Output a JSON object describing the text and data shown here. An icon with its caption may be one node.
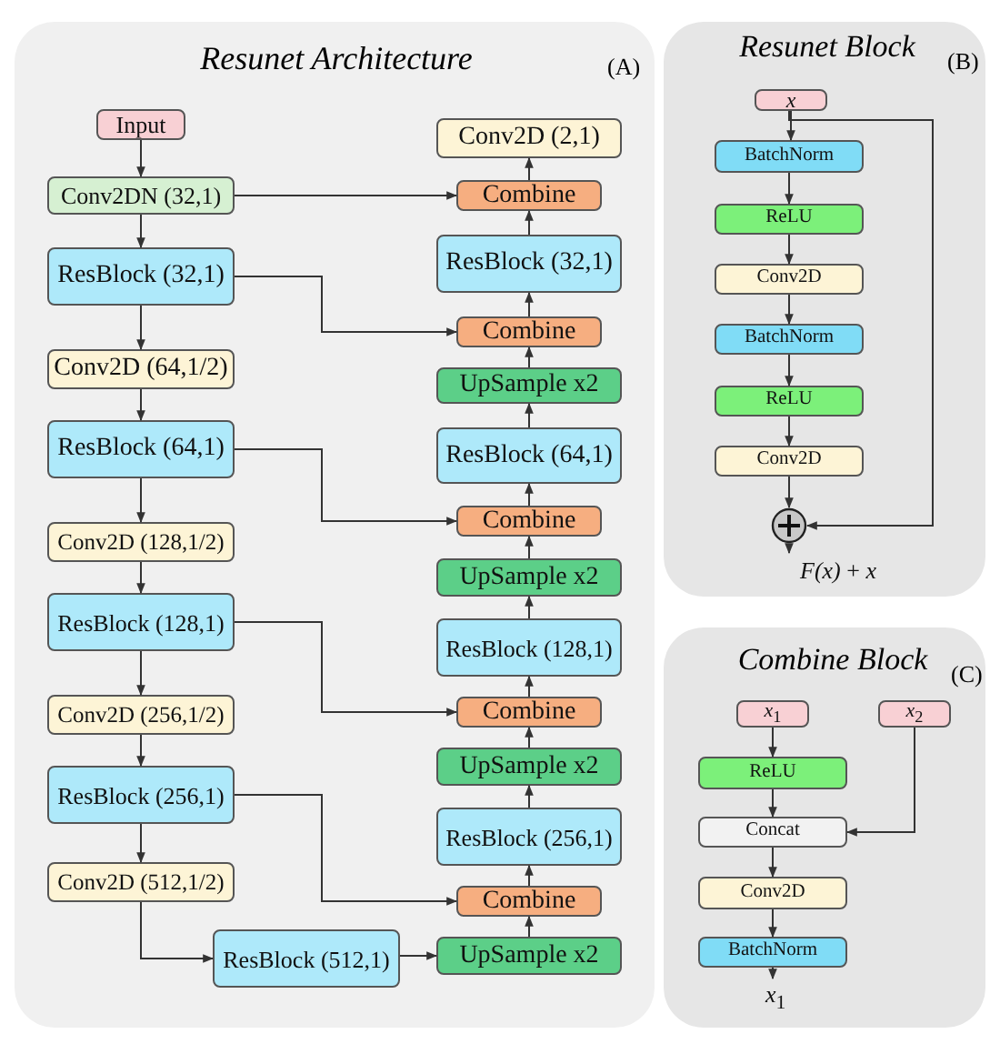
{
  "diagram": {
    "nodes": [
      {
        "text": [
          "Resunet Architecture",
          "(A)"
        ]
      },
      {
        "text": [
          "Input"
        ],
        "in": 0
      },
      {
        "text": [
          "Conv2DN (32,1)"
        ],
        "in": 0
      },
      {
        "text": [
          "ResBlock (32,1)"
        ],
        "in": 0
      },
      {
        "text": [
          "Conv2D (64,1/2)"
        ],
        "in": 0
      },
      {
        "text": [
          "ResBlock (64,1)"
        ],
        "in": 0
      },
      {
        "text": [
          "Conv2D (128,1/2)"
        ],
        "in": 0
      },
      {
        "text": [
          "ResBlock (128,1)"
        ],
        "in": 0
      },
      {
        "text": [
          "Conv2D (256,1/2)"
        ],
        "in": 0
      },
      {
        "text": [
          "ResBlock (256,1)"
        ],
        "in": 0
      },
      {
        "text": [
          "Conv2D (512,1/2)"
        ],
        "in": 0
      },
      {
        "text": [
          "ResBlock (512,1)"
        ],
        "in": 0
      },
      {
        "text": [
          "Conv2D (2,1)"
        ],
        "in": 0
      },
      {
        "text": [
          "Combine"
        ],
        "in": 0
      },
      {
        "text": [
          "ResBlock (32,1)"
        ],
        "in": 0
      },
      {
        "text": [
          "Combine"
        ],
        "in": 0
      },
      {
        "text": [
          "UpSample x2"
        ],
        "in": 0
      },
      {
        "text": [
          "ResBlock (64,1)"
        ],
        "in": 0
      },
      {
        "text": [
          "Combine"
        ],
        "in": 0
      },
      {
        "text": [
          "UpSample x2"
        ],
        "in": 0
      },
      {
        "text": [
          "ResBlock (128,1)"
        ],
        "in": 0
      },
      {
        "text": [
          "Combine"
        ],
        "in": 0
      },
      {
        "text": [
          "UpSample x2"
        ],
        "in": 0
      },
      {
        "text": [
          "ResBlock (256,1)"
        ],
        "in": 0
      },
      {
        "text": [
          "Combine"
        ],
        "in": 0
      },
      {
        "text": [
          "UpSample x2"
        ],
        "in": 0
      },
      {
        "text": [
          "Resunet Block",
          "(B)"
        ]
      },
      {
        "text": [
          "x"
        ],
        "in": 26
      },
      {
        "text": [
          "BatchNorm"
        ],
        "in": 26
      },
      {
        "text": [
          "ReLU"
        ],
        "in": 26
      },
      {
        "text": [
          "Conv2D"
        ],
        "in": 26
      },
      {
        "text": [
          "BatchNorm"
        ],
        "in": 26
      },
      {
        "text": [
          "ReLU"
        ],
        "in": 26
      },
      {
        "text": [
          "Conv2D"
        ],
        "in": 26
      },
      {
        "text": [],
        "shape": "circle",
        "in": 26
      },
      {
        "text": [
          "*F(x)* + *x*"
        ],
        "in": 26
      },
      {
        "text": [
          "Combine Block",
          "(C)"
        ]
      },
      {
        "text": [
          "*x*$_{1}$"
        ],
        "in": 36
      },
      {
        "text": [
          "*x*$_{2}$"
        ],
        "in": 36
      },
      {
        "text": [
          "ReLU"
        ],
        "in": 36
      },
      {
        "text": [
          "Concat"
        ],
        "in": 36
      },
      {
        "text": [
          "Conv2D"
        ],
        "in": 36
      },
      {
        "text": [
          "BatchNorm"
        ],
        "in": 36
      },
      {
        "text": [
          "*x*$_{1}$"
        ],
        "in": 36
      }
    ],
    "edges": [
      {
        "from": 1,
        "to": 2,
        "arrow": "to"
      },
      {
        "from": 2,
        "to": 3,
        "arrow": "to"
      },
      {
        "from": 3,
        "to": 4,
        "arrow": "to"
      },
      {
        "from": 4,
        "to": 5,
        "arrow": "to"
      },
      {
        "from": 5,
        "to": 6,
        "arrow": "to"
      },
      {
        "from": 6,
        "to": 7,
        "arrow": "to"
      },
      {
        "from": 7,
        "to": 8,
        "arrow": "to"
      },
      {
        "from": 8,
        "to": 9,
        "arrow": "to"
      },
      {
        "from": 9,
        "to": 10,
        "arrow": "to"
      },
      {
        "from": 10,
        "to": 11,
        "arrow": "to"
      },
      {
        "from": 11,
        "to": 25,
        "arrow": "to"
      },
      {
        "from": 25,
        "to": 24,
        "arrow": "to"
      },
      {
        "from": 24,
        "to": 23,
        "arrow": "to"
      },
      {
        "from": 23,
        "to": 22,
        "arrow": "to"
      },
      {
        "from": 22,
        "to": 21,
        "arrow": "to"
      },
      {
        "from": 21,
        "to": 20,
        "arrow": "to"
      },
      {
        "from": 20,
        "to": 19,
        "arrow": "to"
      },
      {
        "from": 19,
        "to": 18,
        "arrow": "to"
      },
      {
        "from": 18,
        "to": 17,
        "arrow": "to"
      },
      {
        "from": 17,
        "to": 16,
        "arrow": "to"
      },
      {
        "from": 16,
        "to": 15,
        "arrow": "to"
      },
      {
        "from": 15,
        "to": 14,
        "arrow": "to"
      },
      {
        "from": 14,
        "to": 13,
        "arrow": "to"
      },
      {
        "from": 13,
        "to": 12,
        "arrow": "to"
      },
      {
        "from": 2,
        "to": 13,
        "arrow": "to"
      },
      {
        "from": 3,
        "to": 15,
        "arrow": "to"
      },
      {
        "from": 5,
        "to": 18,
        "arrow": "to"
      },
      {
        "from": 7,
        "to": 21,
        "arrow": "to"
      },
      {
        "from": 9,
        "to": 24,
        "arrow": "to"
      },
      {
        "from": 27,
        "to": 28,
        "arrow": "to"
      },
      {
        "from": 28,
        "to": 29,
        "arrow": "to"
      },
      {
        "from": 29,
        "to": 30,
        "arrow": "to"
      },
      {
        "from": 30,
        "to": 31,
        "arrow": "to"
      },
      {
        "from": 31,
        "to": 32,
        "arrow": "to"
      },
      {
        "from": 32,
        "to": 33,
        "arrow": "to"
      },
      {
        "from": 33,
        "to": 34,
        "arrow": "to"
      },
      {
        "from": 27,
        "to": 34,
        "arrow": "to"
      },
      {
        "from": 34,
        "to": 35,
        "arrow": "to"
      },
      {
        "from": 37,
        "to": 39,
        "arrow": "to"
      },
      {
        "from": 39,
        "to": 40,
        "arrow": "to"
      },
      {
        "from": 38,
        "to": 40,
        "arrow": "to"
      },
      {
        "from": 40,
        "to": 41,
        "arrow": "to"
      },
      {
        "from": 41,
        "to": 42,
        "arrow": "to"
      },
      {
        "from": 42,
        "to": 43,
        "arrow": "to"
      }
    ]
  }
}
